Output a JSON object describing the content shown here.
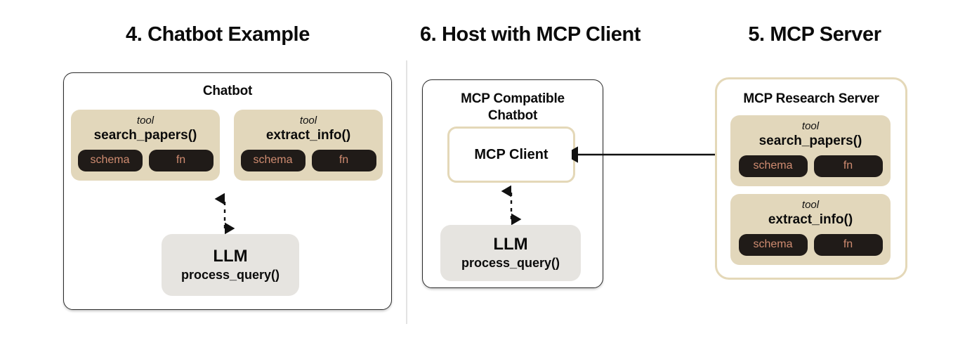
{
  "diagram": {
    "background": "#ffffff",
    "accent_tan": "#e2d7bb",
    "accent_tan_border": "#e4d8b8",
    "pill_bg": "#201b18",
    "pill_text": "#cf8b70",
    "llm_bg": "#e6e4e0"
  },
  "panels": [
    {
      "title": "4. Chatbot Example",
      "container_label": "Chatbot",
      "tools": [
        {
          "kind": "tool",
          "name": "search_papers()",
          "pills": [
            "schema",
            "fn"
          ]
        },
        {
          "kind": "tool",
          "name": "extract_info()",
          "pills": [
            "schema",
            "fn"
          ]
        }
      ],
      "llm": {
        "title": "LLM",
        "subtitle": "process_query()"
      },
      "connector": "dashed-double-vertical"
    },
    {
      "title": "6. Host with MCP Client",
      "container_label": "MCP Compatible\nChatbot",
      "container_label_line1": "MCP Compatible",
      "container_label_line2": "Chatbot",
      "client_label": "MCP Client",
      "llm": {
        "title": "LLM",
        "subtitle": "process_query()"
      },
      "connector": "dashed-double-vertical"
    },
    {
      "title": "5. MCP Server",
      "container_label": "MCP Research Server",
      "tools": [
        {
          "kind": "tool",
          "name": "search_papers()",
          "pills": [
            "schema",
            "fn"
          ]
        },
        {
          "kind": "tool",
          "name": "extract_info()",
          "pills": [
            "schema",
            "fn"
          ]
        }
      ]
    }
  ],
  "cross_panel_connector": {
    "type": "solid-double-horizontal",
    "from": "MCP Client",
    "to": "MCP Research Server"
  }
}
